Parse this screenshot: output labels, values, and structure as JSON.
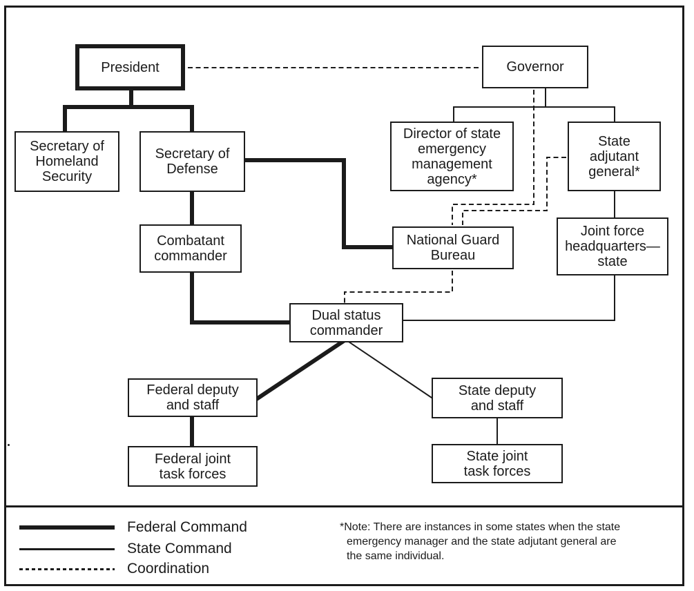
{
  "figure": {
    "type": "org-chart",
    "nodes": {
      "president": "President",
      "governor": "Governor",
      "secretary_homeland": "Secretary of\nHomeland\nSecurity",
      "secretary_defense": "Secretary of\nDefense",
      "director_sema": "Director of state\nemergency\nmanagement\nagency*",
      "state_adjutant_general": "State\nadjutant\ngeneral*",
      "combatant_commander": "Combatant\ncommander",
      "national_guard_bureau": "National Guard\nBureau",
      "joint_force_hq_state": "Joint force\nheadquarters—\nstate",
      "dual_status_commander": "Dual status\ncommander",
      "federal_deputy": "Federal deputy\nand staff",
      "state_deputy": "State deputy\nand staff",
      "federal_jtf": "Federal joint\ntask forces",
      "state_jtf": "State joint\ntask forces"
    },
    "legend": {
      "federal": "Federal Command",
      "state": "State Command",
      "coordination": "Coordination"
    },
    "note": {
      "line1": "*Note: There are instances in some states when the state",
      "line2": "emergency manager and the state adjutant general are",
      "line3": "the same individual."
    },
    "stray_mark": ".",
    "colors": {
      "ink": "#1b1b1b",
      "background": "#ffffff"
    }
  }
}
